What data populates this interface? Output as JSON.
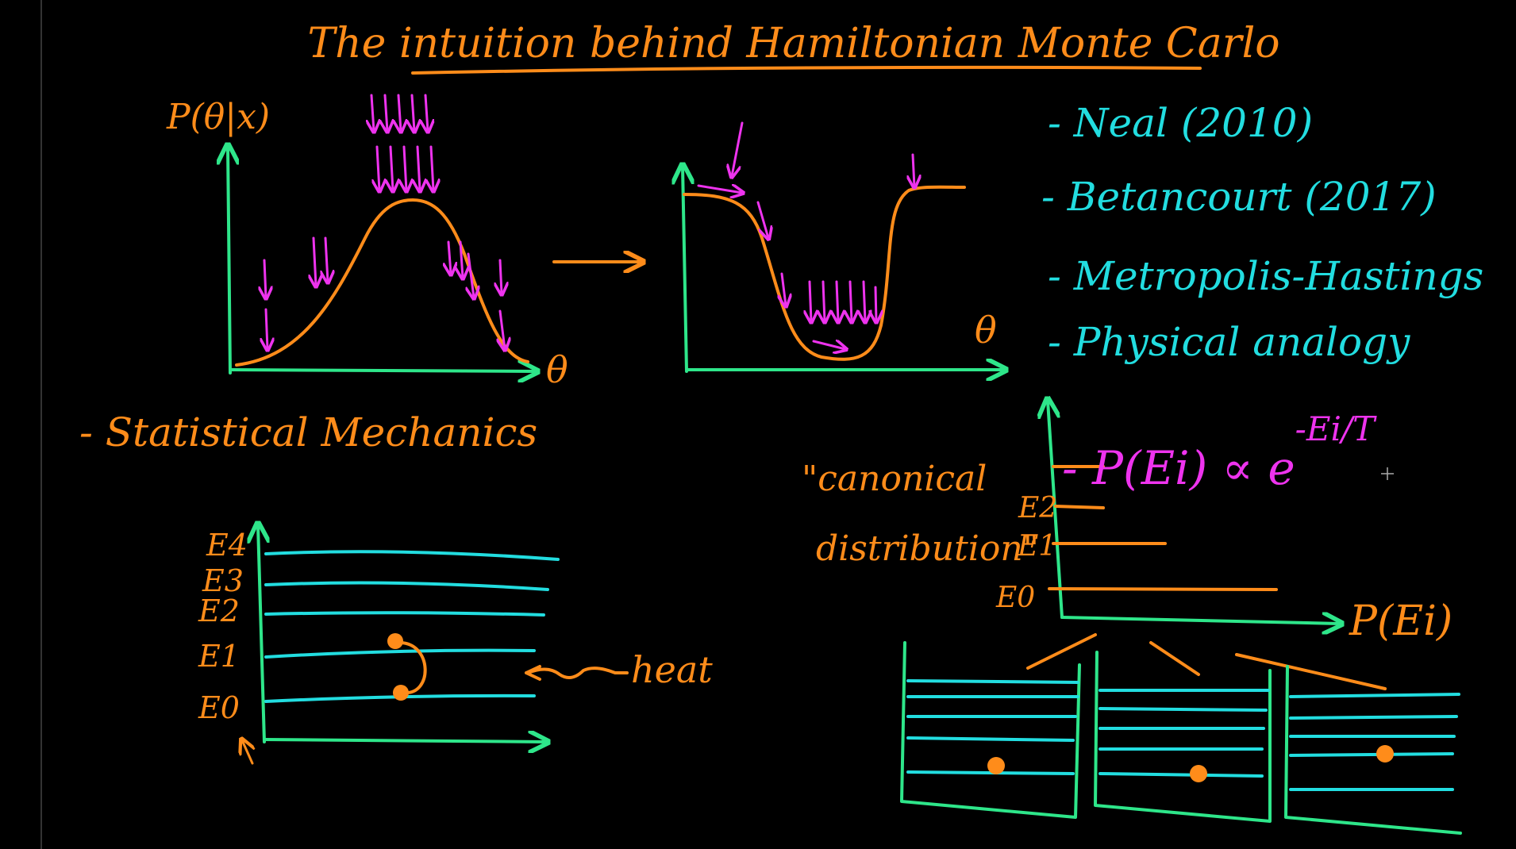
{
  "title": "The intuition behind Hamiltonian Monte Carlo",
  "colors": {
    "background": "#000000",
    "orange": "#ff8c1a",
    "green": "#2ee68a",
    "magenta": "#ee33ee",
    "cyan": "#22dde0"
  },
  "left_plot": {
    "y_label": "P(θ|x)",
    "x_label": "θ"
  },
  "right_plot": {
    "x_label": "θ"
  },
  "references": [
    "- Neal (2010)",
    "- Betancourt (2017)",
    "- Metropolis-Hastings",
    "- Physical analogy"
  ],
  "stat_mech_heading": "- Statistical Mechanics",
  "energy_levels": [
    "E4",
    "E3",
    "E2",
    "E1",
    "E0"
  ],
  "heat_label": "heat",
  "canonical": {
    "label_line1": "\"canonical",
    "label_line2": "distribution\"",
    "formula_prefix": "- P(Ei) ∝ e",
    "formula_exponent": "-Ei/T",
    "levels": [
      "E2",
      "E1",
      "E0"
    ],
    "x_label": "P(Ei)"
  }
}
